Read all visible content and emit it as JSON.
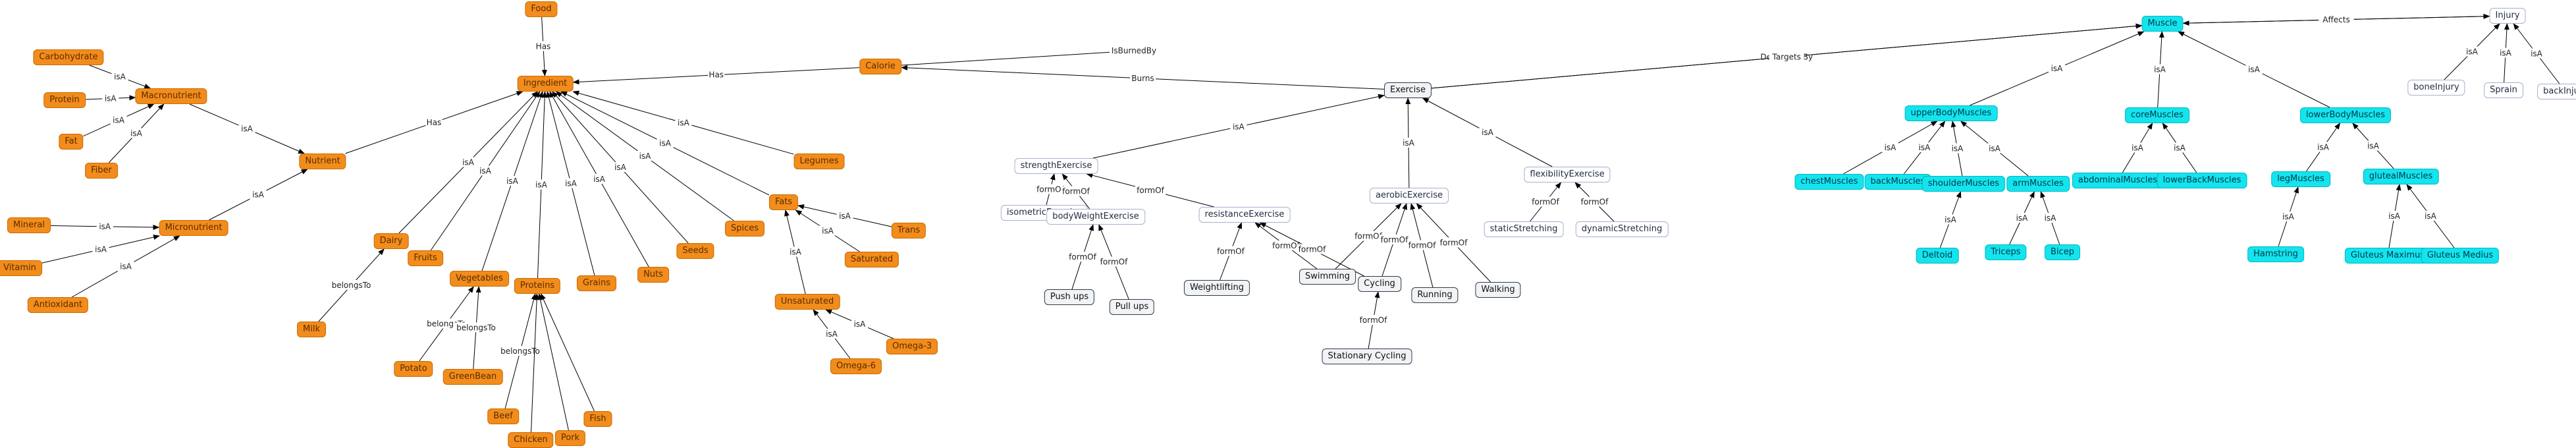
{
  "nodes": [
    {
      "id": "food",
      "label": "Food",
      "style": "orange"
    },
    {
      "id": "ingredient",
      "label": "Ingredient",
      "style": "orange"
    },
    {
      "id": "calorie",
      "label": "Calorie",
      "style": "orange"
    },
    {
      "id": "carbohydrate",
      "label": "Carbohydrate",
      "style": "orange"
    },
    {
      "id": "protein",
      "label": "Protein",
      "style": "orange"
    },
    {
      "id": "fat",
      "label": "Fat",
      "style": "orange"
    },
    {
      "id": "fiber",
      "label": "Fiber",
      "style": "orange"
    },
    {
      "id": "macronutrient",
      "label": "Macronutrient",
      "style": "orange"
    },
    {
      "id": "nutrient",
      "label": "Nutrient",
      "style": "orange"
    },
    {
      "id": "mineral",
      "label": "Mineral",
      "style": "orange"
    },
    {
      "id": "vitamin",
      "label": "Vitamin",
      "style": "orange"
    },
    {
      "id": "antioxidant",
      "label": "Antioxidant",
      "style": "orange"
    },
    {
      "id": "micronutrient",
      "label": "Micronutrient",
      "style": "orange"
    },
    {
      "id": "dairy",
      "label": "Dairy",
      "style": "orange"
    },
    {
      "id": "milk",
      "label": "Milk",
      "style": "orange"
    },
    {
      "id": "fruits",
      "label": "Fruits",
      "style": "orange"
    },
    {
      "id": "vegetables",
      "label": "Vegetables",
      "style": "orange"
    },
    {
      "id": "potato",
      "label": "Potato",
      "style": "orange"
    },
    {
      "id": "greenbean",
      "label": "GreenBean",
      "style": "orange"
    },
    {
      "id": "proteins",
      "label": "Proteins",
      "style": "orange"
    },
    {
      "id": "beef",
      "label": "Beef",
      "style": "orange"
    },
    {
      "id": "chicken",
      "label": "Chicken",
      "style": "orange"
    },
    {
      "id": "pork",
      "label": "Pork",
      "style": "orange"
    },
    {
      "id": "fish",
      "label": "Fish",
      "style": "orange"
    },
    {
      "id": "grains",
      "label": "Grains",
      "style": "orange"
    },
    {
      "id": "nuts",
      "label": "Nuts",
      "style": "orange"
    },
    {
      "id": "seeds",
      "label": "Seeds",
      "style": "orange"
    },
    {
      "id": "spices",
      "label": "Spices",
      "style": "orange"
    },
    {
      "id": "legumes",
      "label": "Legumes",
      "style": "orange"
    },
    {
      "id": "fats",
      "label": "Fats",
      "style": "orange"
    },
    {
      "id": "trans",
      "label": "Trans",
      "style": "orange"
    },
    {
      "id": "saturated",
      "label": "Saturated",
      "style": "orange"
    },
    {
      "id": "unsaturated",
      "label": "Unsaturated",
      "style": "orange"
    },
    {
      "id": "omega3",
      "label": "Omega-3",
      "style": "orange"
    },
    {
      "id": "omega6",
      "label": "Omega-6",
      "style": "orange"
    },
    {
      "id": "exercise",
      "label": "Exercise",
      "style": "gray"
    },
    {
      "id": "strength",
      "label": "strengthExercise",
      "style": "white"
    },
    {
      "id": "isometric",
      "label": "isometricExercise",
      "style": "white"
    },
    {
      "id": "bodyweight",
      "label": "bodyWeightExercise",
      "style": "white"
    },
    {
      "id": "resistance",
      "label": "resistanceExercise",
      "style": "white"
    },
    {
      "id": "pushups",
      "label": "Push ups",
      "style": "gray"
    },
    {
      "id": "pullups",
      "label": "Pull ups",
      "style": "gray"
    },
    {
      "id": "weightlifting",
      "label": "Weightlifting",
      "style": "gray"
    },
    {
      "id": "swimming",
      "label": "Swimming",
      "style": "gray"
    },
    {
      "id": "cycling",
      "label": "Cycling",
      "style": "gray"
    },
    {
      "id": "stationary",
      "label": "Stationary Cycling",
      "style": "gray"
    },
    {
      "id": "running",
      "label": "Running",
      "style": "gray"
    },
    {
      "id": "walking",
      "label": "Walking",
      "style": "gray"
    },
    {
      "id": "aerobic",
      "label": "aerobicExercise",
      "style": "white"
    },
    {
      "id": "flexibility",
      "label": "flexibilityExercise",
      "style": "white"
    },
    {
      "id": "static",
      "label": "staticStretching",
      "style": "white"
    },
    {
      "id": "dynamic",
      "label": "dynamicStretching",
      "style": "white"
    },
    {
      "id": "muscle",
      "label": "Muscle",
      "style": "cyan"
    },
    {
      "id": "injury",
      "label": "Injury",
      "style": "white"
    },
    {
      "id": "bone",
      "label": "boneInjury",
      "style": "white"
    },
    {
      "id": "sprain",
      "label": "Sprain",
      "style": "white"
    },
    {
      "id": "back",
      "label": "backInjury",
      "style": "white"
    },
    {
      "id": "upper",
      "label": "upperBodyMuscles",
      "style": "cyan"
    },
    {
      "id": "core",
      "label": "coreMuscles",
      "style": "cyan"
    },
    {
      "id": "lower",
      "label": "lowerBodyMuscles",
      "style": "cyan"
    },
    {
      "id": "chest",
      "label": "chestMuscles",
      "style": "cyan"
    },
    {
      "id": "backm",
      "label": "backMuscles",
      "style": "cyan"
    },
    {
      "id": "shoulder",
      "label": "shoulderMuscles",
      "style": "cyan"
    },
    {
      "id": "arm",
      "label": "armMuscles",
      "style": "cyan"
    },
    {
      "id": "deltoid",
      "label": "Deltoid",
      "style": "cyan"
    },
    {
      "id": "triceps",
      "label": "Triceps",
      "style": "cyan"
    },
    {
      "id": "bicep",
      "label": "Bicep",
      "style": "cyan"
    },
    {
      "id": "abdominal",
      "label": "abdominalMuscles",
      "style": "cyan"
    },
    {
      "id": "lowerback",
      "label": "lowerBackMuscles",
      "style": "cyan"
    },
    {
      "id": "leg",
      "label": "legMuscles",
      "style": "cyan"
    },
    {
      "id": "gluteal",
      "label": "glutealMuscles",
      "style": "cyan"
    },
    {
      "id": "hamstring",
      "label": "Hamstring",
      "style": "cyan"
    },
    {
      "id": "gmax",
      "label": "Gluteus Maximus",
      "style": "cyan"
    },
    {
      "id": "gmed",
      "label": "Gluteus Medius",
      "style": "cyan"
    }
  ],
  "edges": [
    {
      "from": "food",
      "to": "ingredient",
      "label": "Has"
    },
    {
      "from": "calorie",
      "to": "ingredient",
      "label": "Has"
    },
    {
      "from": "carbohydrate",
      "to": "macronutrient",
      "label": "isA"
    },
    {
      "from": "protein",
      "to": "macronutrient",
      "label": "isA"
    },
    {
      "from": "fat",
      "to": "macronutrient",
      "label": "isA"
    },
    {
      "from": "fiber",
      "to": "macronutrient",
      "label": "isA"
    },
    {
      "from": "macronutrient",
      "to": "nutrient",
      "label": "isA"
    },
    {
      "from": "mineral",
      "to": "micronutrient",
      "label": "isA"
    },
    {
      "from": "vitamin",
      "to": "micronutrient",
      "label": "isA"
    },
    {
      "from": "antioxidant",
      "to": "micronutrient",
      "label": "isA"
    },
    {
      "from": "micronutrient",
      "to": "nutrient",
      "label": "isA"
    },
    {
      "from": "nutrient",
      "to": "ingredient",
      "label": "Has"
    },
    {
      "from": "dairy",
      "to": "ingredient",
      "label": "isA"
    },
    {
      "from": "fruits",
      "to": "ingredient",
      "label": "isA"
    },
    {
      "from": "vegetables",
      "to": "ingredient",
      "label": "isA"
    },
    {
      "from": "proteins",
      "to": "ingredient",
      "label": "isA"
    },
    {
      "from": "grains",
      "to": "ingredient",
      "label": "isA"
    },
    {
      "from": "nuts",
      "to": "ingredient",
      "label": "isA"
    },
    {
      "from": "seeds",
      "to": "ingredient",
      "label": "isA"
    },
    {
      "from": "spices",
      "to": "ingredient",
      "label": "isA"
    },
    {
      "from": "legumes",
      "to": "ingredient",
      "label": "isA"
    },
    {
      "from": "fats",
      "to": "ingredient",
      "label": "isA"
    },
    {
      "from": "milk",
      "to": "dairy",
      "label": "belongsTo"
    },
    {
      "from": "potato",
      "to": "vegetables",
      "label": "belongsTo"
    },
    {
      "from": "greenbean",
      "to": "vegetables",
      "label": "belongsTo"
    },
    {
      "from": "beef",
      "to": "proteins",
      "label": "belongsTo"
    },
    {
      "from": "chicken",
      "to": "proteins",
      "label": ""
    },
    {
      "from": "pork",
      "to": "proteins",
      "label": ""
    },
    {
      "from": "fish",
      "to": "proteins",
      "label": ""
    },
    {
      "from": "trans",
      "to": "fats",
      "label": "isA"
    },
    {
      "from": "saturated",
      "to": "fats",
      "label": "isA"
    },
    {
      "from": "unsaturated",
      "to": "fats",
      "label": "isA"
    },
    {
      "from": "omega3",
      "to": "unsaturated",
      "label": "isA"
    },
    {
      "from": "omega6",
      "to": "unsaturated",
      "label": "isA"
    },
    {
      "from": "exercise",
      "to": "calorie",
      "label": "Burns"
    },
    {
      "from": "calorie",
      "to": "isburnedby_pt",
      "label": "IsBurnedBy"
    },
    {
      "from": "strength",
      "to": "exercise",
      "label": "isA"
    },
    {
      "from": "aerobic",
      "to": "exercise",
      "label": "isA"
    },
    {
      "from": "flexibility",
      "to": "exercise",
      "label": "isA"
    },
    {
      "from": "isometric",
      "to": "strength",
      "label": "formOf"
    },
    {
      "from": "bodyweight",
      "to": "strength",
      "label": "formOf"
    },
    {
      "from": "resistance",
      "to": "strength",
      "label": "formOf"
    },
    {
      "from": "pushups",
      "to": "bodyweight",
      "label": "formOf"
    },
    {
      "from": "pullups",
      "to": "bodyweight",
      "label": "formOf"
    },
    {
      "from": "weightlifting",
      "to": "resistance",
      "label": "formOf"
    },
    {
      "from": "swimming",
      "to": "resistance",
      "label": "formOf"
    },
    {
      "from": "swimming",
      "to": "aerobic",
      "label": "formOf"
    },
    {
      "from": "cycling",
      "to": "resistance",
      "label": "formOf"
    },
    {
      "from": "cycling",
      "to": "aerobic",
      "label": "formOf"
    },
    {
      "from": "running",
      "to": "aerobic",
      "label": "formOf"
    },
    {
      "from": "walking",
      "to": "aerobic",
      "label": "formOf"
    },
    {
      "from": "stationary",
      "to": "cycling",
      "label": "formOf"
    },
    {
      "from": "static",
      "to": "flexibility",
      "label": "formOf"
    },
    {
      "from": "dynamic",
      "to": "flexibility",
      "label": "formOf"
    },
    {
      "from": "exercise",
      "to": "muscle",
      "label": "DevelopedBy"
    },
    {
      "from": "exercise",
      "to": "muscle",
      "label": "Targets"
    },
    {
      "from": "muscle",
      "to": "injury",
      "label": "Has"
    },
    {
      "from": "injury",
      "to": "muscle",
      "label": "Affects"
    },
    {
      "from": "bone",
      "to": "injury",
      "label": "isA"
    },
    {
      "from": "sprain",
      "to": "injury",
      "label": "isA"
    },
    {
      "from": "back",
      "to": "injury",
      "label": "isA"
    },
    {
      "from": "upper",
      "to": "muscle",
      "label": "isA"
    },
    {
      "from": "core",
      "to": "muscle",
      "label": "isA"
    },
    {
      "from": "lower",
      "to": "muscle",
      "label": "isA"
    },
    {
      "from": "chest",
      "to": "upper",
      "label": "isA"
    },
    {
      "from": "backm",
      "to": "upper",
      "label": "isA"
    },
    {
      "from": "shoulder",
      "to": "upper",
      "label": "isA"
    },
    {
      "from": "arm",
      "to": "upper",
      "label": "isA"
    },
    {
      "from": "deltoid",
      "to": "shoulder",
      "label": "isA"
    },
    {
      "from": "triceps",
      "to": "arm",
      "label": "isA"
    },
    {
      "from": "bicep",
      "to": "arm",
      "label": "isA"
    },
    {
      "from": "abdominal",
      "to": "core",
      "label": "isA"
    },
    {
      "from": "lowerback",
      "to": "core",
      "label": "isA"
    },
    {
      "from": "leg",
      "to": "lower",
      "label": "isA"
    },
    {
      "from": "gluteal",
      "to": "lower",
      "label": "isA"
    },
    {
      "from": "hamstring",
      "to": "leg",
      "label": "isA"
    },
    {
      "from": "gmax",
      "to": "gluteal",
      "label": "isA"
    },
    {
      "from": "gmed",
      "to": "gluteal",
      "label": "isA"
    }
  ]
}
